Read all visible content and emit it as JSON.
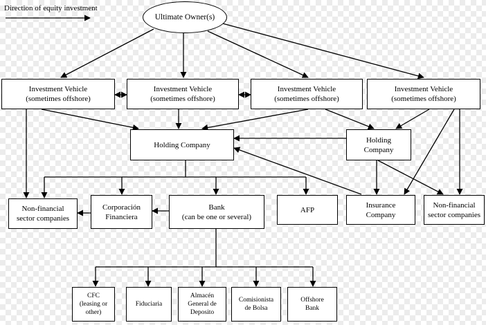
{
  "legend": {
    "label": "Direction of equity investment"
  },
  "nodes": {
    "owner": "Ultimate Owner(s)",
    "iv1": "Investment Vehicle\n(sometimes offshore)",
    "iv2": "Investment Vehicle\n(sometimes offshore)",
    "iv3": "Investment Vehicle\n(sometimes offshore)",
    "iv4": "Investment Vehicle\n(sometimes offshore)",
    "holding_main": "Holding Company",
    "holding_right": "Holding\nCompany",
    "nonfin_left": "Non-financial\nsector companies",
    "corporacion": "Corporación\nFinanciera",
    "bank": "Bank\n(can be one or several)",
    "afp": "AFP",
    "insurance": "Insurance\nCompany",
    "nonfin_right": "Non-financial\nsector companies",
    "cfc": "CFC\n(leasing or\nother)",
    "fiduciaria": "Fiduciaria",
    "almacen": "Almacén\nGeneral de\nDeposito",
    "comisionista": "Comisionista\nde Bolsa",
    "offshore_bank": "Offshore\nBank"
  }
}
